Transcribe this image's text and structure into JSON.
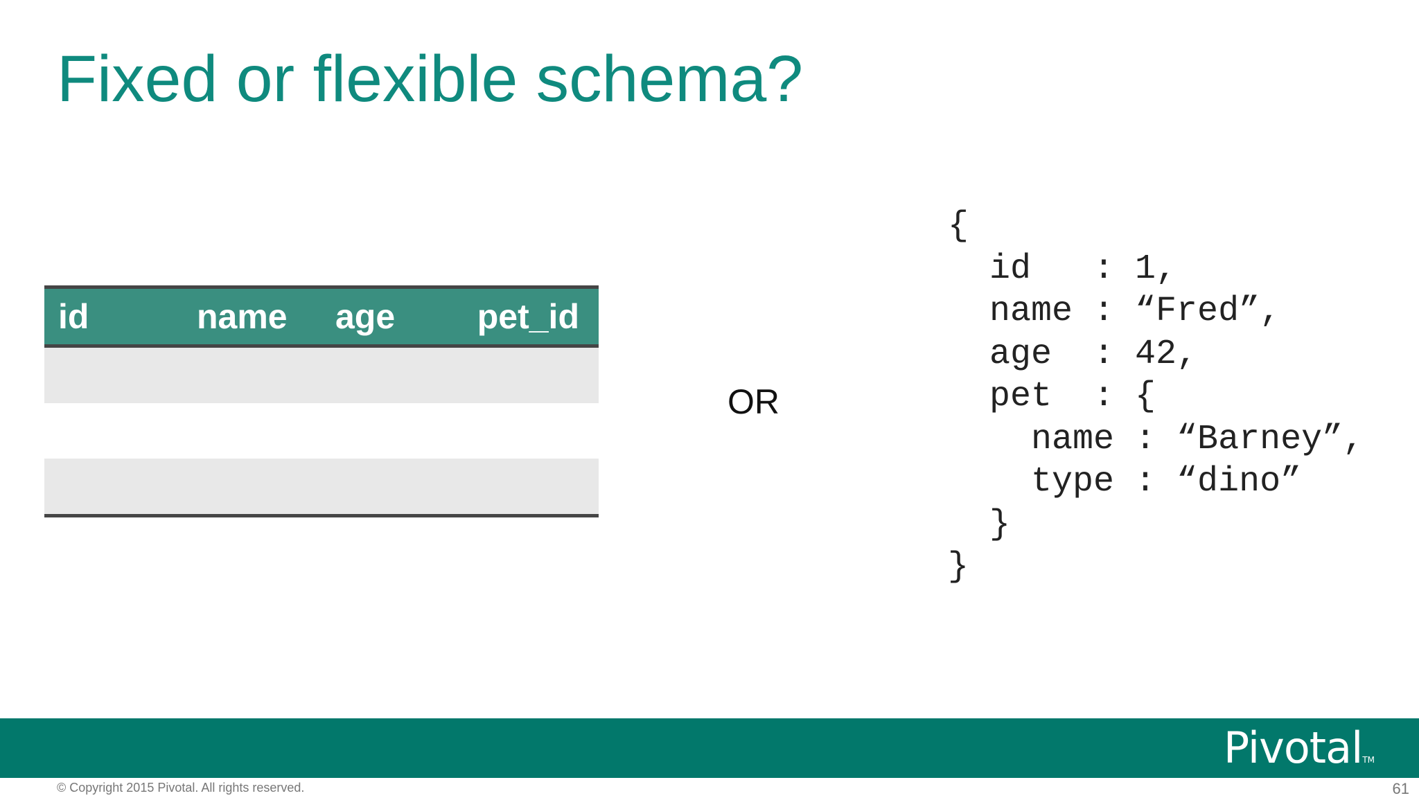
{
  "slide": {
    "title": "Fixed or flexible schema?"
  },
  "table": {
    "columns": [
      "id",
      "name",
      "age",
      "pet_id"
    ]
  },
  "separator": "OR",
  "json_example": "{\n  id   : 1,\n  name : “Fred”,\n  age  : 42,\n  pet  : {\n    name : “Barney”,\n    type : “dino”\n  }\n}",
  "footer": {
    "logo": "Pivotal",
    "logo_tm": "TM",
    "copyright": "© Copyright 2015 Pivotal. All rights reserved.",
    "page_number": "61"
  },
  "colors": {
    "title": "#0f8a7e",
    "table_header": "#3a8f80",
    "footer_bar": "#02786b"
  }
}
